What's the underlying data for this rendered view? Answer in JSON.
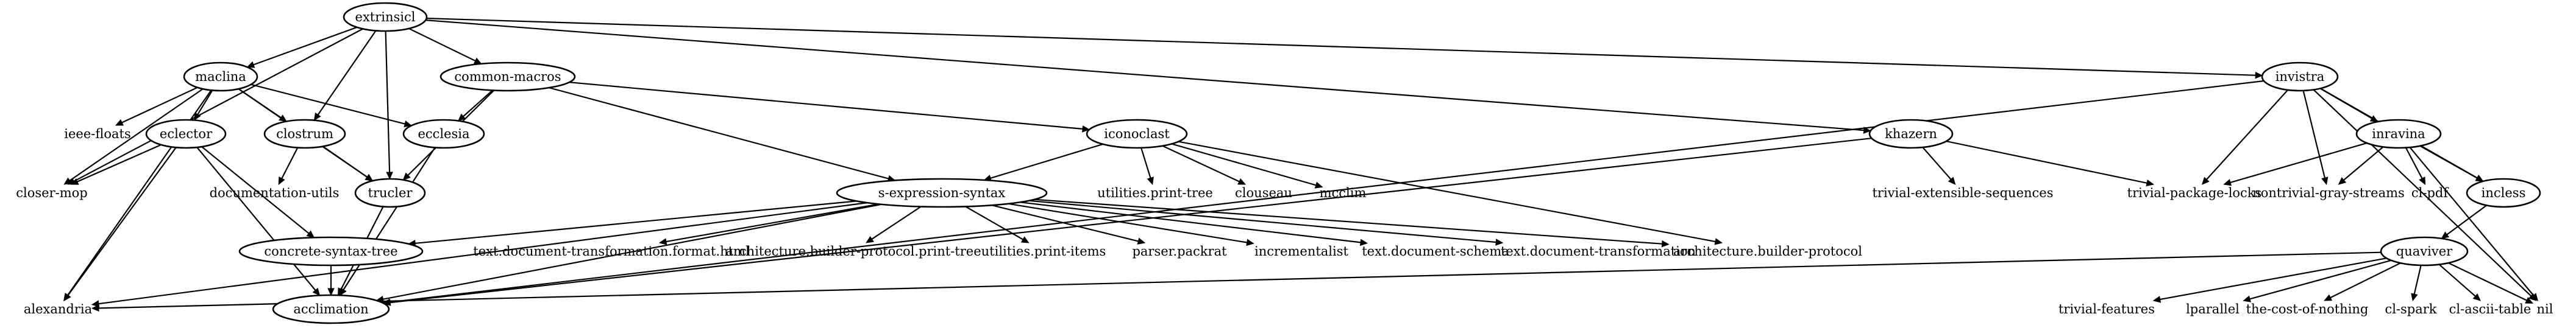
{
  "graph": {
    "nodes": [
      {
        "id": "extrinsicl",
        "label": "extrinsicl",
        "shape": "ellipse"
      },
      {
        "id": "maclina",
        "label": "maclina",
        "shape": "ellipse"
      },
      {
        "id": "common-macros",
        "label": "common-macros",
        "shape": "ellipse"
      },
      {
        "id": "invistra",
        "label": "invistra",
        "shape": "ellipse"
      },
      {
        "id": "ieee-floats",
        "label": "ieee-floats",
        "shape": "plain"
      },
      {
        "id": "eclector",
        "label": "eclector",
        "shape": "ellipse"
      },
      {
        "id": "clostrum",
        "label": "clostrum",
        "shape": "ellipse"
      },
      {
        "id": "ecclesia",
        "label": "ecclesia",
        "shape": "ellipse"
      },
      {
        "id": "iconoclast",
        "label": "iconoclast",
        "shape": "ellipse"
      },
      {
        "id": "khazern",
        "label": "khazern",
        "shape": "ellipse"
      },
      {
        "id": "inravina",
        "label": "inravina",
        "shape": "ellipse"
      },
      {
        "id": "closer-mop",
        "label": "closer-mop",
        "shape": "plain"
      },
      {
        "id": "documentation-utils",
        "label": "documentation-utils",
        "shape": "plain"
      },
      {
        "id": "trucler",
        "label": "trucler",
        "shape": "ellipse"
      },
      {
        "id": "utilities.print-tree",
        "label": "utilities.print-tree",
        "shape": "plain"
      },
      {
        "id": "clouseau",
        "label": "clouseau",
        "shape": "plain"
      },
      {
        "id": "mcclim",
        "label": "mcclim",
        "shape": "plain"
      },
      {
        "id": "trivial-extensible-sequences",
        "label": "trivial-extensible-sequences",
        "shape": "plain"
      },
      {
        "id": "trivial-package-locks",
        "label": "trivial-package-locks",
        "shape": "plain"
      },
      {
        "id": "nontrivial-gray-streams",
        "label": "nontrivial-gray-streams",
        "shape": "plain"
      },
      {
        "id": "cl-pdf",
        "label": "cl-pdf",
        "shape": "plain"
      },
      {
        "id": "incless",
        "label": "incless",
        "shape": "ellipse"
      },
      {
        "id": "s-expression-syntax",
        "label": "s-expression-syntax",
        "shape": "ellipse"
      },
      {
        "id": "concrete-syntax-tree",
        "label": "concrete-syntax-tree",
        "shape": "ellipse"
      },
      {
        "id": "text.document-transformation.format.html",
        "label": "text.document-transformation.format.html",
        "shape": "plain"
      },
      {
        "id": "architecture.builder-protocol.print-tree",
        "label": "architecture.builder-protocol.print-tree",
        "shape": "plain"
      },
      {
        "id": "utilities.print-items",
        "label": "utilities.print-items",
        "shape": "plain"
      },
      {
        "id": "parser.packrat",
        "label": "parser.packrat",
        "shape": "plain"
      },
      {
        "id": "incrementalist",
        "label": "incrementalist",
        "shape": "plain"
      },
      {
        "id": "text.document-schema",
        "label": "text.document-schema",
        "shape": "plain"
      },
      {
        "id": "text.document-transformation",
        "label": "text.document-transformation",
        "shape": "plain"
      },
      {
        "id": "architecture.builder-protocol",
        "label": "architecture.builder-protocol",
        "shape": "plain"
      },
      {
        "id": "quaviver",
        "label": "quaviver",
        "shape": "ellipse"
      },
      {
        "id": "alexandria",
        "label": "alexandria",
        "shape": "plain"
      },
      {
        "id": "acclimation",
        "label": "acclimation",
        "shape": "ellipse"
      },
      {
        "id": "trivial-features",
        "label": "trivial-features",
        "shape": "plain"
      },
      {
        "id": "lparallel",
        "label": "lparallel",
        "shape": "plain"
      },
      {
        "id": "the-cost-of-nothing",
        "label": "the-cost-of-nothing",
        "shape": "plain"
      },
      {
        "id": "cl-spark",
        "label": "cl-spark",
        "shape": "plain"
      },
      {
        "id": "cl-ascii-table",
        "label": "cl-ascii-table",
        "shape": "plain"
      },
      {
        "id": "nil",
        "label": "nil",
        "shape": "plain"
      }
    ],
    "edges": [
      [
        "extrinsicl",
        "maclina"
      ],
      [
        "extrinsicl",
        "common-macros"
      ],
      [
        "extrinsicl",
        "invistra"
      ],
      [
        "extrinsicl",
        "khazern"
      ],
      [
        "extrinsicl",
        "closer-mop"
      ],
      [
        "extrinsicl",
        "clostrum"
      ],
      [
        "extrinsicl",
        "trucler"
      ],
      [
        "maclina",
        "ieee-floats"
      ],
      [
        "maclina",
        "eclector"
      ],
      [
        "maclina",
        "clostrum"
      ],
      [
        "maclina",
        "ecclesia"
      ],
      [
        "maclina",
        "closer-mop"
      ],
      [
        "maclina",
        "trucler"
      ],
      [
        "maclina",
        "alexandria"
      ],
      [
        "common-macros",
        "ecclesia"
      ],
      [
        "common-macros",
        "iconoclast"
      ],
      [
        "common-macros",
        "s-expression-syntax"
      ],
      [
        "common-macros",
        "trucler"
      ],
      [
        "invistra",
        "inravina"
      ],
      [
        "invistra",
        "incless"
      ],
      [
        "invistra",
        "trivial-package-locks"
      ],
      [
        "invistra",
        "nontrivial-gray-streams"
      ],
      [
        "invistra",
        "nil"
      ],
      [
        "invistra",
        "acclimation"
      ],
      [
        "eclector",
        "closer-mop"
      ],
      [
        "eclector",
        "alexandria"
      ],
      [
        "eclector",
        "acclimation"
      ],
      [
        "eclector",
        "concrete-syntax-tree"
      ],
      [
        "clostrum",
        "documentation-utils"
      ],
      [
        "clostrum",
        "trucler"
      ],
      [
        "ecclesia",
        "acclimation"
      ],
      [
        "iconoclast",
        "s-expression-syntax"
      ],
      [
        "iconoclast",
        "utilities.print-tree"
      ],
      [
        "iconoclast",
        "clouseau"
      ],
      [
        "iconoclast",
        "mcclim"
      ],
      [
        "iconoclast",
        "architecture.builder-protocol"
      ],
      [
        "khazern",
        "trivial-extensible-sequences"
      ],
      [
        "khazern",
        "trivial-package-locks"
      ],
      [
        "khazern",
        "acclimation"
      ],
      [
        "inravina",
        "incless"
      ],
      [
        "inravina",
        "trivial-package-locks"
      ],
      [
        "inravina",
        "nontrivial-gray-streams"
      ],
      [
        "inravina",
        "cl-pdf"
      ],
      [
        "inravina",
        "nil"
      ],
      [
        "trucler",
        "acclimation"
      ],
      [
        "incless",
        "quaviver"
      ],
      [
        "s-expression-syntax",
        "concrete-syntax-tree"
      ],
      [
        "s-expression-syntax",
        "alexandria"
      ],
      [
        "s-expression-syntax",
        "acclimation"
      ],
      [
        "s-expression-syntax",
        "text.document-transformation.format.html"
      ],
      [
        "s-expression-syntax",
        "architecture.builder-protocol.print-tree"
      ],
      [
        "s-expression-syntax",
        "utilities.print-items"
      ],
      [
        "s-expression-syntax",
        "parser.packrat"
      ],
      [
        "s-expression-syntax",
        "incrementalist"
      ],
      [
        "s-expression-syntax",
        "text.document-schema"
      ],
      [
        "s-expression-syntax",
        "text.document-transformation"
      ],
      [
        "s-expression-syntax",
        "architecture.builder-protocol"
      ],
      [
        "concrete-syntax-tree",
        "acclimation"
      ],
      [
        "quaviver",
        "alexandria"
      ],
      [
        "quaviver",
        "trivial-features"
      ],
      [
        "quaviver",
        "lparallel"
      ],
      [
        "quaviver",
        "the-cost-of-nothing"
      ],
      [
        "quaviver",
        "cl-spark"
      ],
      [
        "quaviver",
        "cl-ascii-table"
      ],
      [
        "quaviver",
        "nil"
      ]
    ]
  }
}
